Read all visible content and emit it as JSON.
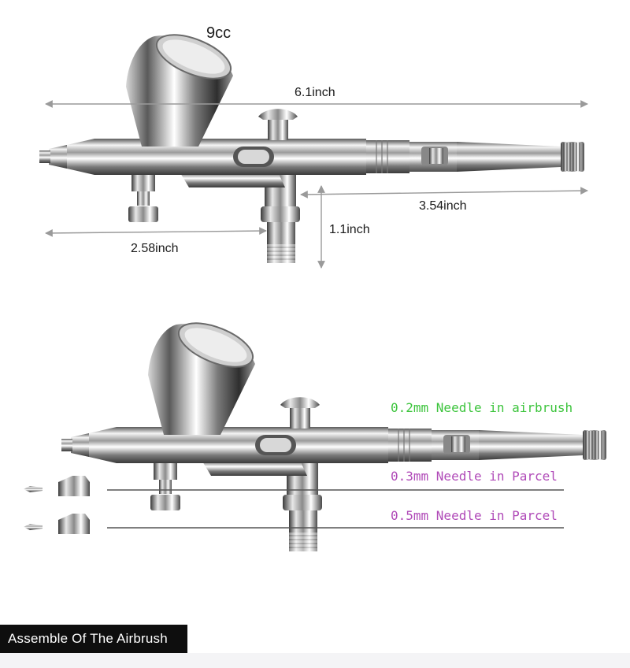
{
  "diagram1": {
    "capacity": "9cc",
    "length_total": "6.1inch",
    "length_rear": "3.54inch",
    "length_front": "2.58inch",
    "height_hose": "1.1inch"
  },
  "diagram2": {
    "needle_1": "0.2mm Needle in airbrush",
    "needle_2": "0.3mm Needle in Parcel",
    "needle_3": "0.5mm Needle in Parcel"
  },
  "caption": "Assemble Of The Airbrush",
  "colors": {
    "needle_1": "#3cc43c",
    "needle_2": "#b04ab8",
    "needle_3": "#b04ab8",
    "arrows": "#9a9a9a",
    "caption_bg": "#0e0e0e"
  }
}
